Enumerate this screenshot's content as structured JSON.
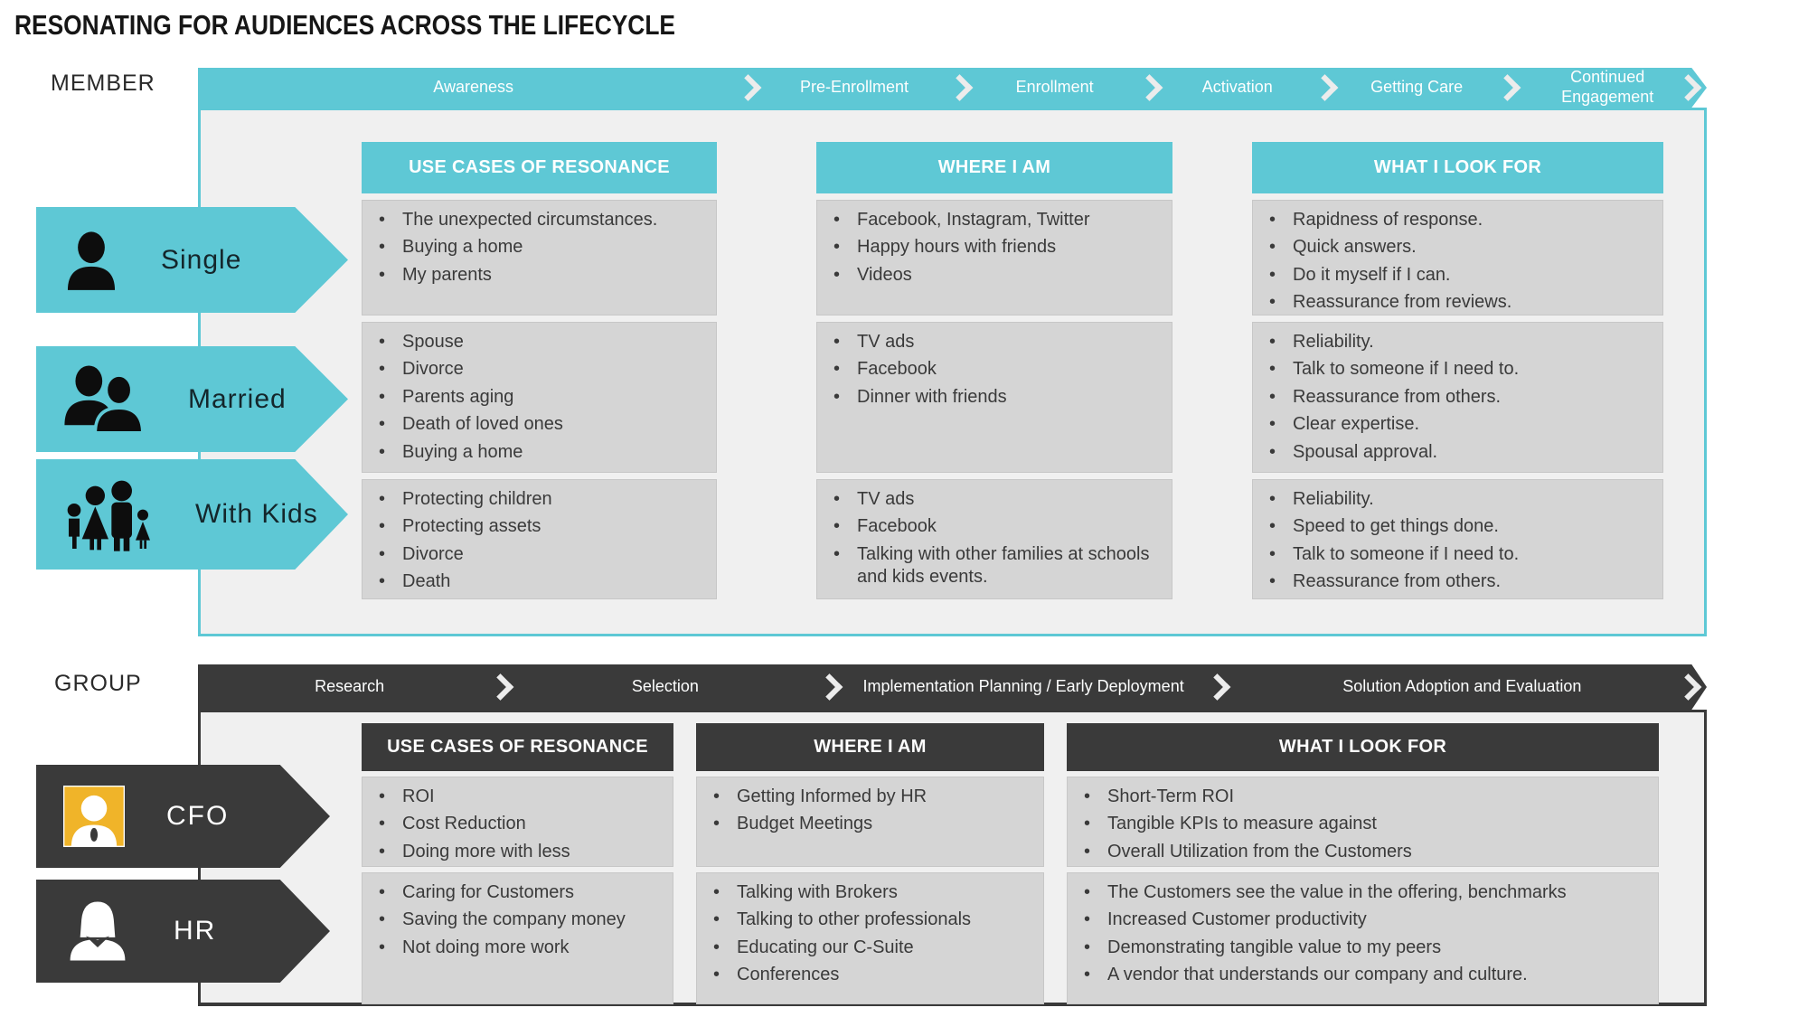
{
  "title": "RESONATING FOR AUDIENCES ACROSS THE LIFECYCLE",
  "colors": {
    "teal": "#5EC8D5",
    "charcoal": "#3A3A3A",
    "cell_gray": "#D5D5D5",
    "panel_gray": "#F0F0F0",
    "icon_yellow": "#F0B429"
  },
  "member": {
    "label": "MEMBER",
    "stages": [
      "Awareness",
      "Pre-Enrollment",
      "Enrollment",
      "Activation",
      "Getting Care",
      "Continued Engagement"
    ],
    "columns": [
      "USE CASES OF RESONANCE",
      "WHERE I AM",
      "WHAT I LOOK FOR"
    ],
    "rows": [
      {
        "audience": "Single",
        "icon": "single-person-icon",
        "use_cases": [
          "The unexpected circumstances.",
          "Buying a home",
          "My parents"
        ],
        "where_i_am": [
          "Facebook, Instagram, Twitter",
          "Happy hours with friends",
          "Videos"
        ],
        "what_i_look_for": [
          "Rapidness of response.",
          "Quick answers.",
          "Do it myself if I can.",
          "Reassurance from reviews."
        ]
      },
      {
        "audience": "Married",
        "icon": "married-couple-icon",
        "use_cases": [
          "Spouse",
          "Divorce",
          "Parents aging",
          "Death of loved ones",
          "Buying a home"
        ],
        "where_i_am": [
          "TV ads",
          "Facebook",
          "Dinner with friends"
        ],
        "what_i_look_for": [
          "Reliability.",
          "Talk to someone if I need to.",
          "Reassurance from others.",
          "Clear expertise.",
          "Spousal approval."
        ]
      },
      {
        "audience": "With Kids",
        "icon": "family-icon",
        "use_cases": [
          "Protecting children",
          "Protecting assets",
          "Divorce",
          "Death"
        ],
        "where_i_am": [
          "TV ads",
          "Facebook",
          "Talking with other families at schools and kids events."
        ],
        "what_i_look_for": [
          "Reliability.",
          "Speed to get things done.",
          "Talk to someone if I need to.",
          "Reassurance from others."
        ]
      }
    ]
  },
  "group": {
    "label": "GROUP",
    "stages": [
      "Research",
      "Selection",
      "Implementation Planning / Early Deployment",
      "Solution Adoption and Evaluation"
    ],
    "columns": [
      "USE CASES OF RESONANCE",
      "WHERE I AM",
      "WHAT I LOOK FOR"
    ],
    "rows": [
      {
        "audience": "CFO",
        "icon": "cfo-person-icon",
        "use_cases": [
          "ROI",
          "Cost Reduction",
          "Doing more with less"
        ],
        "where_i_am": [
          "Getting Informed by HR",
          "Budget Meetings"
        ],
        "what_i_look_for": [
          "Short-Term ROI",
          "Tangible KPIs to measure against",
          "Overall Utilization from the Customers"
        ]
      },
      {
        "audience": "HR",
        "icon": "hr-person-icon",
        "use_cases": [
          "Caring for Customers",
          "Saving the company money",
          "Not doing more work"
        ],
        "where_i_am": [
          "Talking with Brokers",
          "Talking to other professionals",
          "Educating our C-Suite",
          "Conferences"
        ],
        "what_i_look_for": [
          "The Customers see the value in the offering, benchmarks",
          "Increased Customer productivity",
          "Demonstrating tangible value to my peers",
          "A vendor that understands our company and culture."
        ]
      }
    ]
  }
}
